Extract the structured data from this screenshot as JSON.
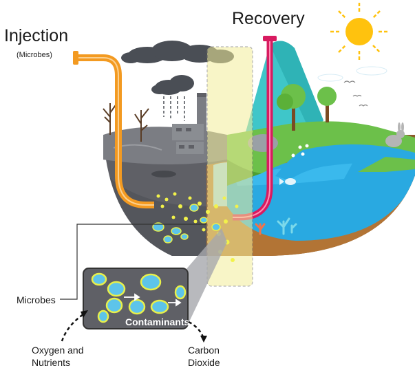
{
  "labels": {
    "injection": "Injection",
    "injection_sub": "(Microbes)",
    "recovery": "Recovery",
    "microbes": "Microbes",
    "contaminants": "Contaminants",
    "oxygen_line1": "Oxygen and",
    "oxygen_line2": "Nutrients",
    "carbon_line1": "Carbon",
    "carbon_line2": "Dioxide"
  },
  "icons": [
    "sun-icon",
    "smoke-cloud-icon",
    "rain-cloud-icon",
    "factory-icon",
    "bare-tree-icon",
    "green-tree-icon",
    "rabbit-icon",
    "fish-icon",
    "coral-icon",
    "bird-icon"
  ],
  "colors": {
    "injection_pipe": "#f39a21",
    "recovery_pipe": "#d81b60",
    "treatment_zone": "#f4ee9a",
    "water": "#29a9e1",
    "grass": "#6cc04a",
    "polluted_ground": "#5f6066",
    "sun": "#ffc20e",
    "microbe_fill": "#5dc4ea",
    "microbe_ring": "#e8f04a"
  }
}
